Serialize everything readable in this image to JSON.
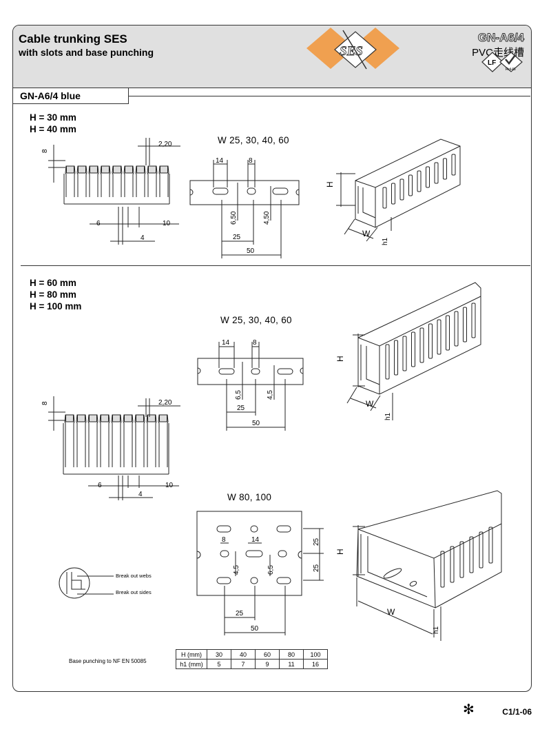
{
  "header": {
    "title": "Cable trunking SES",
    "subtitle": "with slots and base punching",
    "logo_text": "SES",
    "code": "GN-A6/4",
    "product_cn": "PVC走线槽",
    "cert_lf": "LF",
    "cert_rohs": "RoHS"
  },
  "section_label": "GN-A6/4 blue",
  "section1": {
    "heights": [
      "H = 30 mm",
      "H = 40 mm"
    ],
    "widths_label": "W 25, 30, 40, 60",
    "dims": {
      "top": "8",
      "gap": "2,20",
      "left": "6",
      "right": "10",
      "pitch": "4",
      "slot_w": "14",
      "slot_pitch": "8",
      "h1": "6,50",
      "h2": "4,50",
      "span1": "25",
      "span2": "50",
      "H": "H",
      "W": "W",
      "h1lbl": "h1"
    }
  },
  "section2": {
    "heights": [
      "H = 60 mm",
      "H = 80 mm",
      "H = 100 mm"
    ],
    "widths_label": "W 25, 30, 40, 60",
    "widths_label2": "W 80, 100",
    "dims": {
      "top": "8",
      "gap": "2,20",
      "left": "6",
      "right": "10",
      "pitch": "4",
      "slot_w": "14",
      "slot_pitch": "8",
      "h1": "6,5",
      "h2": "4,5",
      "span1": "25",
      "span2": "50",
      "r1": "25",
      "r2": "25",
      "H": "H",
      "W": "W",
      "h1lbl": "h1"
    },
    "breakout_webs": "Break out webs",
    "breakout_sides": "Break out sides"
  },
  "base_punching": {
    "caption": "Base punching to NF EN 50085",
    "row1": [
      "H (mm)",
      "30",
      "40",
      "60",
      "80",
      "100"
    ],
    "row2": [
      "h1 (mm)",
      "5",
      "7",
      "9",
      "11",
      "16"
    ]
  },
  "footer": {
    "page": "C1/1-06",
    "icon": "✻"
  },
  "colors": {
    "logo": "#f0a050",
    "header_bg": "#e0e0e0",
    "line": "#333333"
  }
}
